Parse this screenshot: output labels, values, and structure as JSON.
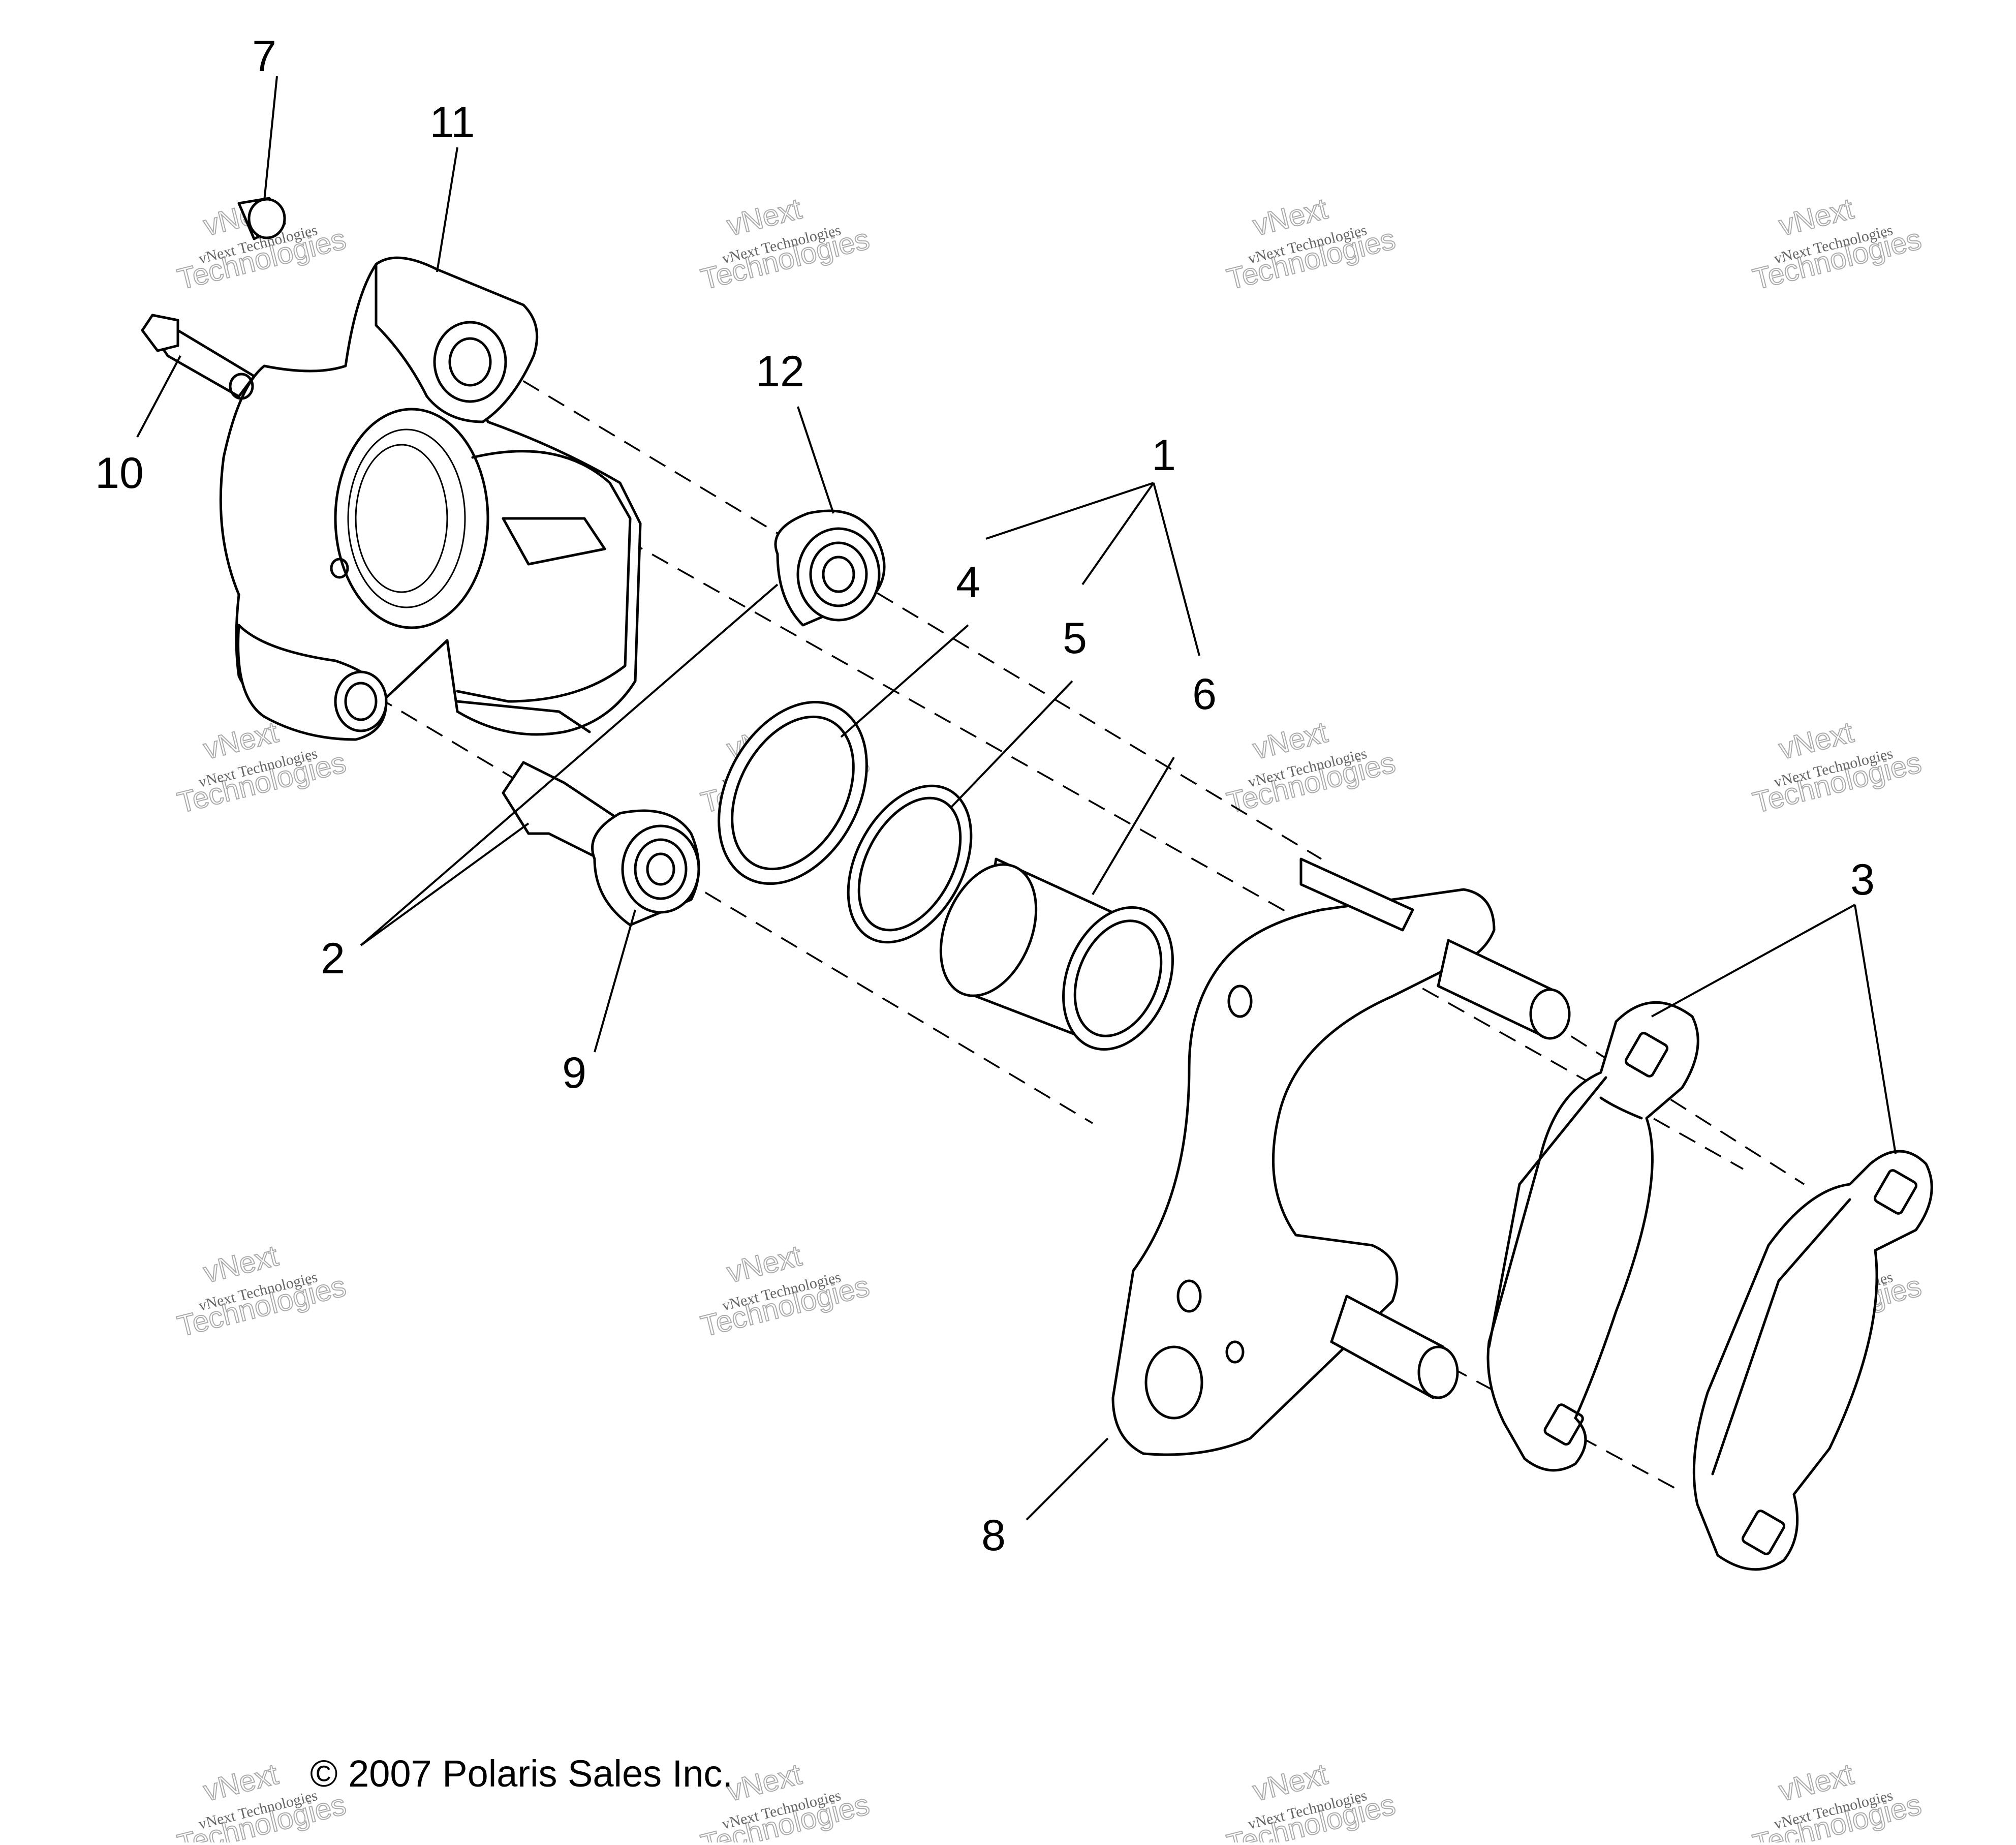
{
  "diagram": {
    "type": "exploded-parts-diagram",
    "callouts": {
      "c1": "1",
      "c2": "2",
      "c3": "3",
      "c4": "4",
      "c5": "5",
      "c6": "6",
      "c7": "7",
      "c8": "8",
      "c9": "9",
      "c10": "10",
      "c11": "11",
      "c12": "12"
    },
    "copyright": "© 2007 Polaris Sales Inc.",
    "watermark": {
      "line1": "vNext Technologies",
      "line2": "Technologies",
      "line3": "vNext"
    }
  }
}
